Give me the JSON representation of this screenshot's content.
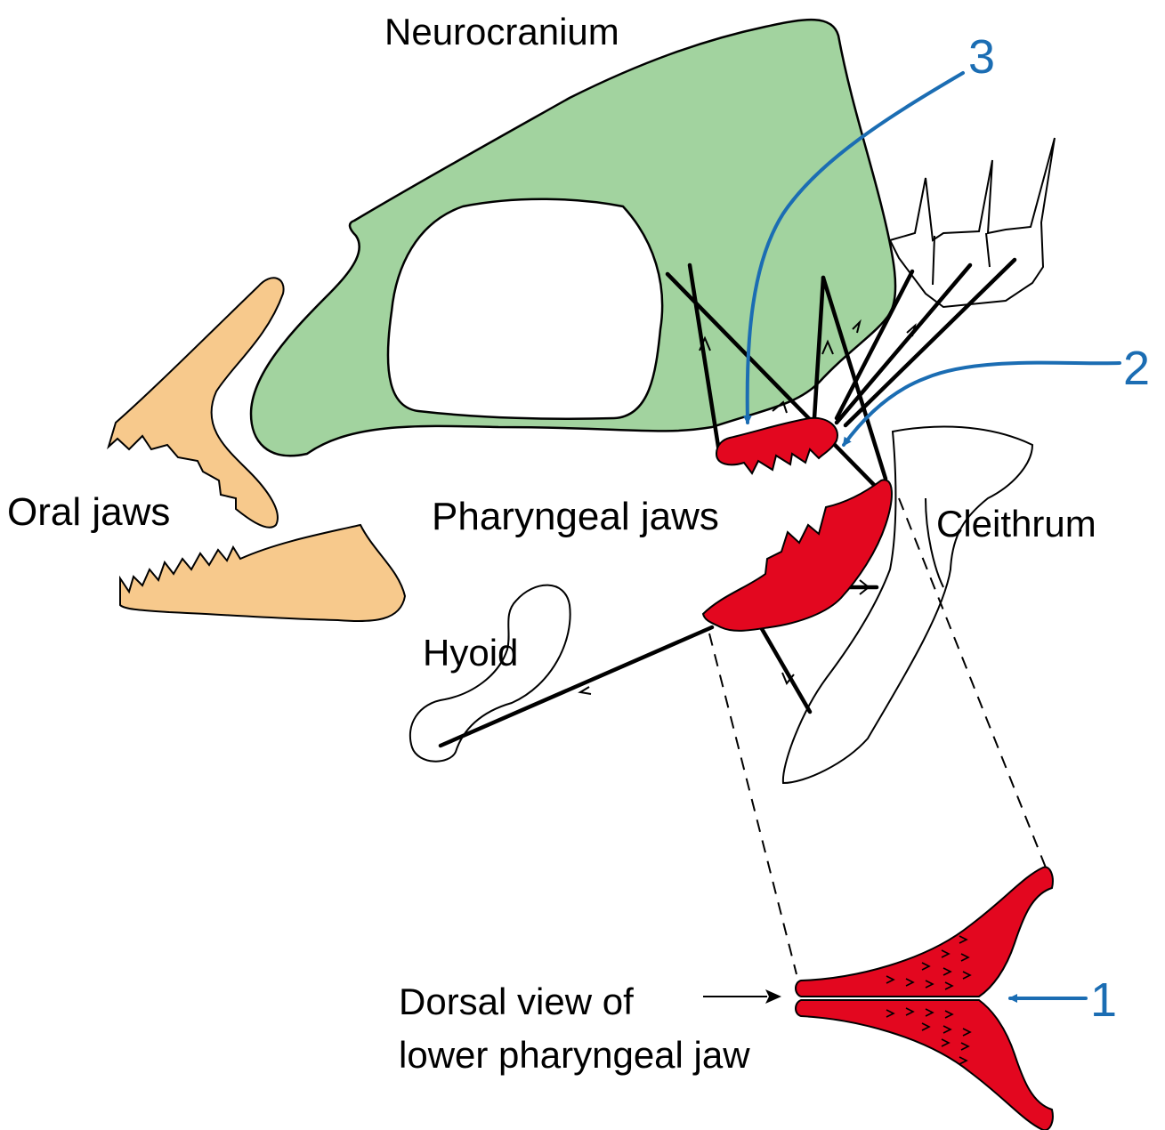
{
  "labels": {
    "neurocranium": "Neurocranium",
    "oral_jaws": "Oral jaws",
    "pharyngeal_jaws": "Pharyngeal jaws",
    "cleithrum": "Cleithrum",
    "hyoid": "Hyoid",
    "dorsal_view_line1": "Dorsal view of",
    "dorsal_view_line2": "lower pharyngeal jaw"
  },
  "callouts": [
    "1",
    "2",
    "3"
  ],
  "colors": {
    "neurocranium_fill": "#a2d39f",
    "oral_jaws_fill": "#f7c98c",
    "pharyngeal_jaws_fill": "#e3071f",
    "callout_blue": "#1b6db3",
    "outline": "#000000"
  }
}
